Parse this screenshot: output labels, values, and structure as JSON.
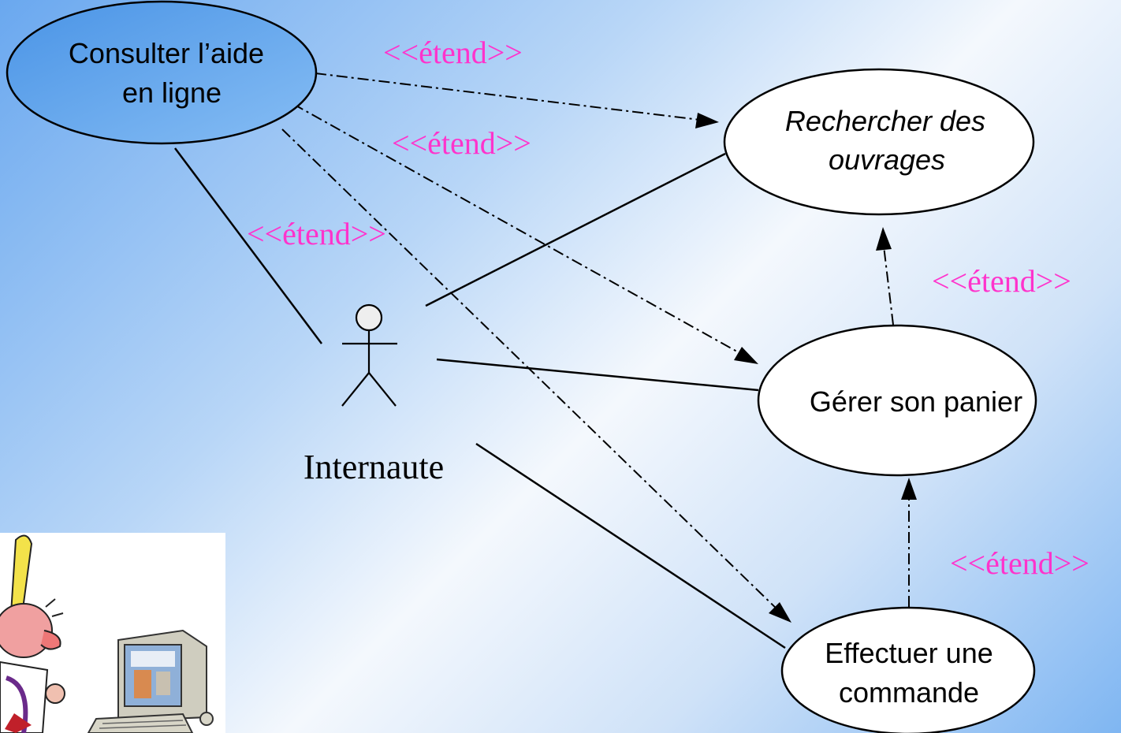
{
  "actor": {
    "label": "Internaute"
  },
  "use_cases": {
    "consulter": {
      "line1": "Consulter l’aide",
      "line2": "en ligne"
    },
    "rechercher": {
      "line1": "Rechercher des",
      "line2": "ouvrages"
    },
    "gerer": {
      "line1": "Gérer son panier"
    },
    "effectuer": {
      "line1": "Effectuer une",
      "line2": "commande"
    }
  },
  "relations": {
    "extend1": "<<étend>>",
    "extend2": "<<étend>>",
    "extend3": "<<étend>>",
    "extend4": "<<étend>>",
    "extend5": "<<étend>>"
  },
  "colors": {
    "stereotype": "#ff33cc",
    "highlighted_use_case": "#5aa0ea"
  }
}
